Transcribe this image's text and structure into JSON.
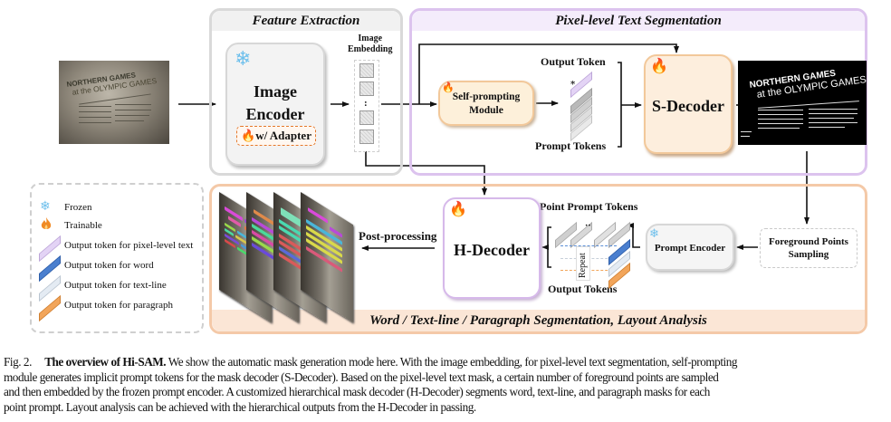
{
  "panels": {
    "feature_extraction": "Feature Extraction",
    "pixel_level": "Pixel-level Text Segmentation",
    "hierarchical": "Word / Text-line / Paragraph Segmentation, Layout Analysis"
  },
  "input_image": {
    "title_line1": "NORTHERN GAMES",
    "title_line2": "at the OLYMPIC GAMES"
  },
  "image_encoder": {
    "label_line1": "Image",
    "label_line2": "Encoder",
    "adapter": "w/ Adapter",
    "status_icon": "snowflake-icon"
  },
  "image_embedding": {
    "label_line1": "Image",
    "label_line2": "Embedding",
    "ellipsis": ":"
  },
  "self_prompting": {
    "label_line1": "Self-prompting",
    "label_line2": "Module"
  },
  "tokens": {
    "output_token": "Output Token",
    "prompt_tokens": "Prompt Tokens",
    "point_prompt_tokens": "Point Prompt Tokens",
    "output_tokens": "Output Tokens",
    "repeat": "Repeat",
    "dots": "··"
  },
  "s_decoder": {
    "label": "S-Decoder"
  },
  "h_decoder": {
    "label": "H-Decoder"
  },
  "prompt_encoder": {
    "label": "Prompt Encoder"
  },
  "foreground_sampling": {
    "label_line1": "Foreground Points",
    "label_line2": "Sampling"
  },
  "post_processing": "Post-processing",
  "legend": {
    "items": [
      {
        "icon": "snowflake-icon",
        "label": "Frozen"
      },
      {
        "icon": "flame-icon",
        "label": "Trainable"
      },
      {
        "icon": "token-purple-icon",
        "label": "Output token for pixel-level text",
        "color": "#d9c6ef"
      },
      {
        "icon": "token-blue-icon",
        "label": "Output token for word",
        "color": "#4a7fcf"
      },
      {
        "icon": "token-lightblue-icon",
        "label": "Output token for text-line",
        "color": "#dde6f0"
      },
      {
        "icon": "token-orange-icon",
        "label": "Output token for paragraph",
        "color": "#f2a55a"
      }
    ]
  },
  "caption": {
    "fig_label": "Fig. 2.",
    "title": "The overview of Hi-SAM.",
    "line1": "We show the automatic mask generation mode here. With the image embedding, for pixel-level text segmentation, self-prompting",
    "line2": "module generates implicit prompt tokens for the mask decoder (S-Decoder). Based on the pixel-level text mask, a certain number of foreground points are sampled",
    "line3": "and then embedded by the frozen prompt encoder. A customized hierarchical mask decoder (H-Decoder) segments word, text-line, and paragraph masks for each",
    "line4": "point prompt. Layout analysis can be achieved with the hierarchical outputs from the H-Decoder in passing."
  },
  "colors": {
    "feature_panel_border": "#d9d9d9",
    "pixel_panel_border": "#dcc3ee",
    "hier_panel_border": "#f4c9a8",
    "trainable_orange": "#f08a24",
    "frozen_blue": "#6fc0ec"
  }
}
